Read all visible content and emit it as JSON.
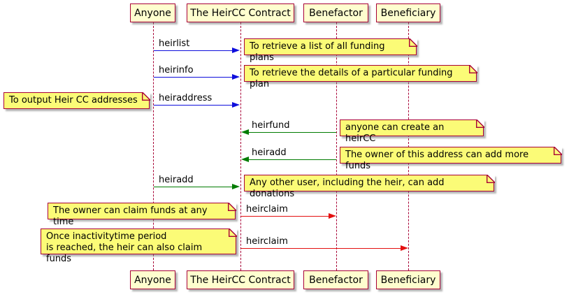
{
  "diagram": {
    "type": "uml-sequence",
    "participants": [
      {
        "name": "Anyone"
      },
      {
        "name": "The HeirCC Contract"
      },
      {
        "name": "Benefactor"
      },
      {
        "name": "Beneficiary"
      }
    ],
    "messages": [
      {
        "label": "heirlist",
        "from": "Anyone",
        "to": "The HeirCC Contract",
        "color": "#0E0EDC"
      },
      {
        "label": "heirinfo",
        "from": "Anyone",
        "to": "The HeirCC Contract",
        "color": "#0E0EDC"
      },
      {
        "label": "heiraddress",
        "from": "Anyone",
        "to": "The HeirCC Contract",
        "color": "#0E0EDC"
      },
      {
        "label": "heirfund",
        "from": "Benefactor",
        "to": "The HeirCC Contract",
        "color": "#007C00"
      },
      {
        "label": "heiradd",
        "from": "Benefactor",
        "to": "The HeirCC Contract",
        "color": "#007C00"
      },
      {
        "label": "heiradd",
        "from": "Anyone",
        "to": "The HeirCC Contract",
        "color": "#007C00"
      },
      {
        "label": "heirclaim",
        "from": "The HeirCC Contract",
        "to": "Benefactor",
        "color": "#E41010"
      },
      {
        "label": "heirclaim",
        "from": "The HeirCC Contract",
        "to": "Beneficiary",
        "color": "#E41010"
      }
    ],
    "notes": [
      {
        "text": "To retrieve a list of all funding plans"
      },
      {
        "text": "To retrieve the details of a particular funding plan"
      },
      {
        "text": "To output Heir CC addresses"
      },
      {
        "text": "anyone can create an heirCC"
      },
      {
        "text": "The owner of this address can add more funds"
      },
      {
        "text": "Any other user, including the heir, can add donations"
      },
      {
        "text": "The owner can claim funds at any time"
      },
      {
        "text": "Once inactivitytime period\nis reached, the heir can also claim funds"
      }
    ],
    "colors": {
      "participant_fill": "#FEFECE",
      "note_fill": "#FBFB77",
      "border": "#A80036",
      "arrow_blue": "#0E0EDC",
      "arrow_green": "#007C00",
      "arrow_red": "#E41010",
      "background": "#FFFFFF"
    }
  }
}
